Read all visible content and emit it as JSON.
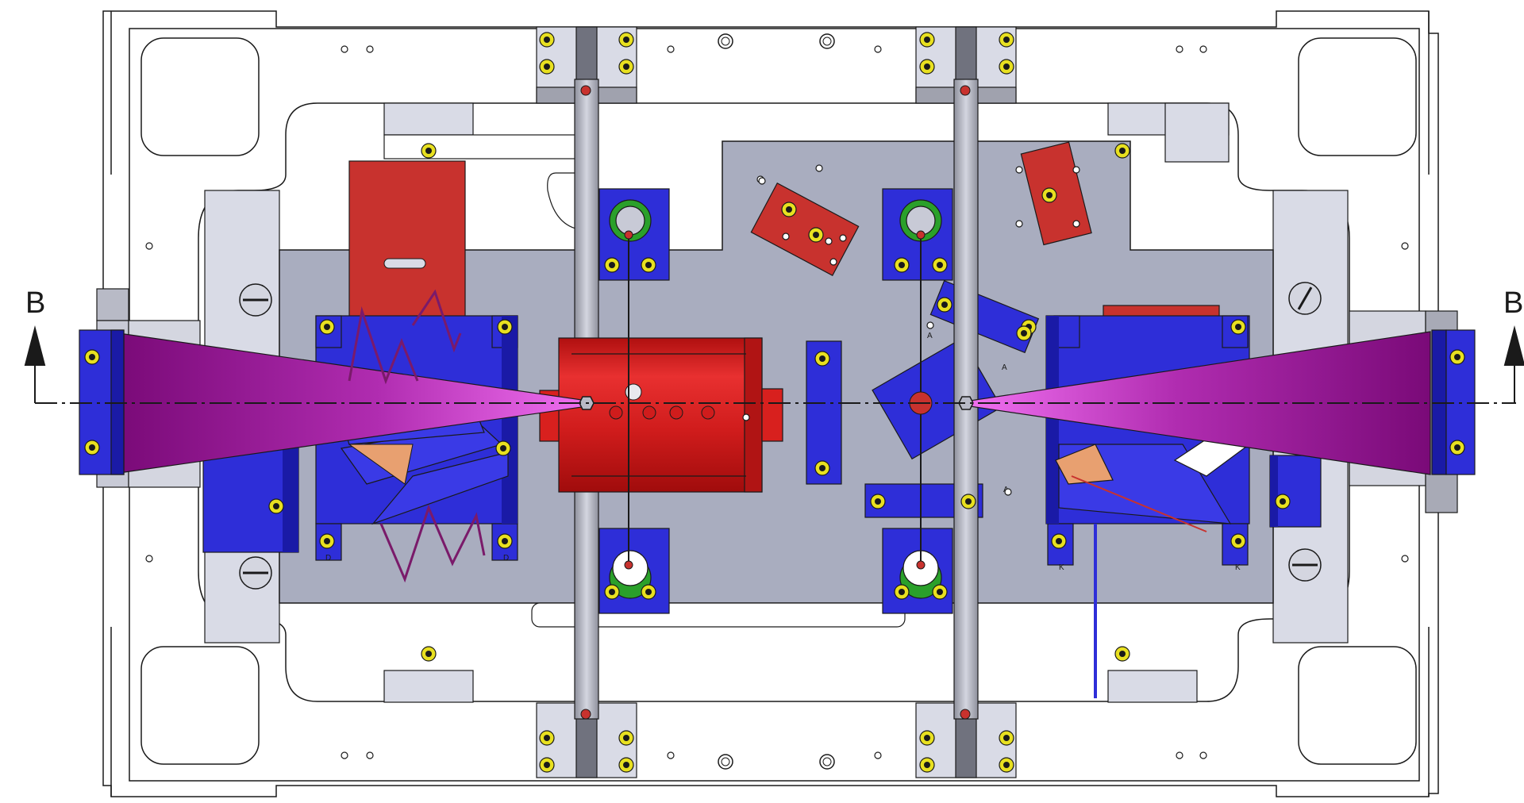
{
  "labels": {
    "section_left": "B",
    "section_right": "B",
    "small_tags": [
      "A",
      "A",
      "A",
      "D",
      "D",
      "K",
      "K"
    ]
  },
  "colors": {
    "background": "#ffffff",
    "outline": "#1a1a1a",
    "frame_fill": "#ffffff",
    "plate_fill": "#a9adbf",
    "light_part": "#d9dbe6",
    "bracket_blue": "#2e2ed8",
    "dark_blue": "#1a1aa6",
    "red_part": "#c8322e",
    "cylinder_red": "#d8201e",
    "cone_dark": "#7a0a78",
    "cone_light": "#e050e0",
    "rail_grey": "#b8bac6",
    "screw_yellow": "#e8e020",
    "green_ring": "#2aa02a",
    "wire": "#7a1a6a",
    "orange": "#e8a070"
  }
}
